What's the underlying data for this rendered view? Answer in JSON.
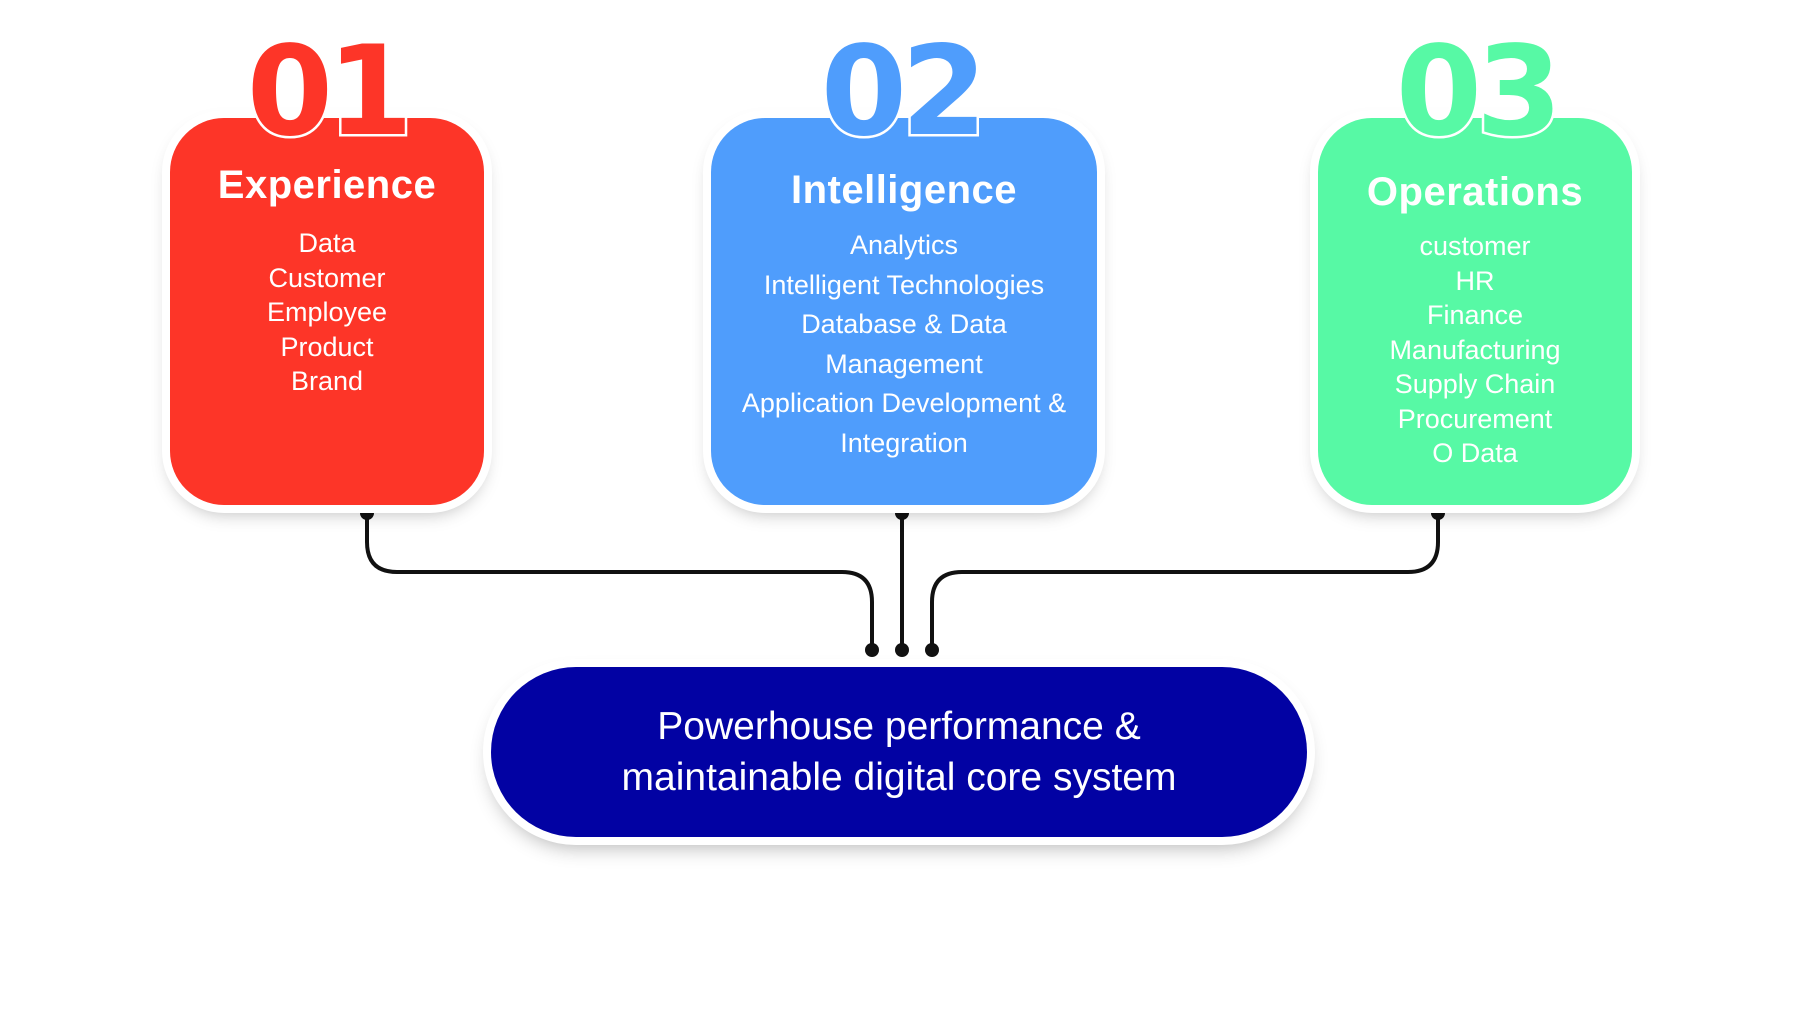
{
  "panels": [
    {
      "number": "01",
      "title": "Experience",
      "color": "#fd3528",
      "items": [
        "Data",
        "Customer",
        "Employee",
        "Product",
        "Brand"
      ]
    },
    {
      "number": "02",
      "title": "Intelligence",
      "color": "#4f9dfc",
      "items": [
        "Analytics",
        "Intelligent Technologies",
        "Database & Data",
        "Management",
        "Application Development &",
        "Integration"
      ]
    },
    {
      "number": "03",
      "title": "Operations",
      "color": "#57f9a5",
      "items": [
        "customer",
        "HR",
        "Finance",
        "Manufacturing",
        "Supply Chain",
        "Procurement",
        "O Data"
      ]
    }
  ],
  "core": {
    "line1": "Powerhouse performance &",
    "line2": "maintainable digital core system",
    "color": "#0202a3"
  }
}
